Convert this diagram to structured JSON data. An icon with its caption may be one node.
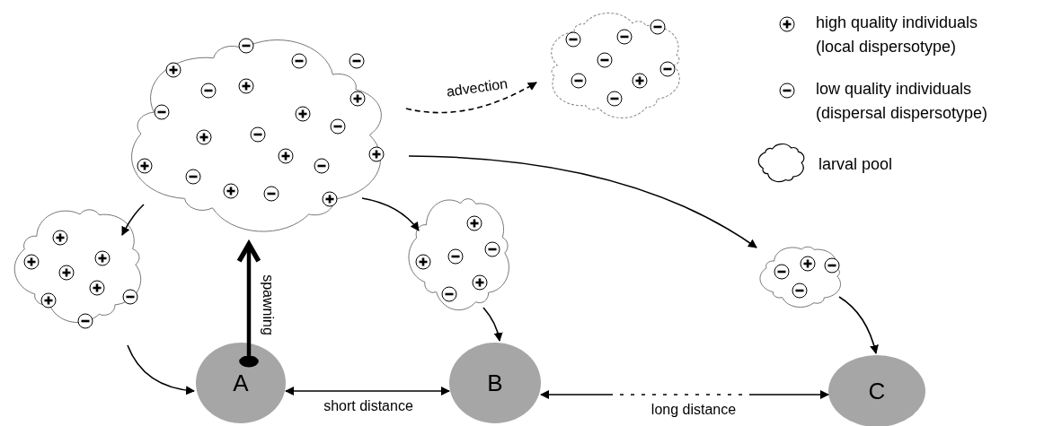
{
  "diagram": {
    "nodes": [
      {
        "text": [],
        "shape": "cloud"
      },
      {
        "text": [],
        "shape": "cloud"
      },
      {
        "text": [],
        "shape": "cloud"
      },
      {
        "text": [],
        "shape": "cloud"
      },
      {
        "text": [],
        "shape": "cloud"
      },
      {
        "text": [
          "A"
        ]
      },
      {
        "text": [
          "B"
        ]
      },
      {
        "text": [
          "C"
        ]
      }
    ],
    "edges": [
      {
        "from": 5,
        "to": 0,
        "arrow": "to",
        "style": "thick",
        "label": "spawning"
      },
      {
        "from": 0,
        "to": 1,
        "arrow": "to",
        "style": "dashed",
        "label": "advection"
      },
      {
        "from": 0,
        "to": 2,
        "arrow": "to"
      },
      {
        "from": 0,
        "to": 3,
        "arrow": "to"
      },
      {
        "from": 0,
        "to": 4,
        "arrow": "to"
      },
      {
        "from": 2,
        "to": 5,
        "arrow": "to"
      },
      {
        "from": 3,
        "to": 6,
        "arrow": "to"
      },
      {
        "from": 4,
        "to": 7,
        "arrow": "to"
      },
      {
        "from": 5,
        "to": 6,
        "arrow": "both",
        "label": "short distance"
      },
      {
        "from": 6,
        "to": 7,
        "arrow": "both",
        "style": "dashed",
        "label": "long distance"
      }
    ],
    "legend": [
      {
        "text": "high quality individuals (local dispersotype)"
      },
      {
        "text": "low quality individuals (dispersal dispersotype)"
      },
      {
        "text": "larval pool"
      }
    ]
  }
}
